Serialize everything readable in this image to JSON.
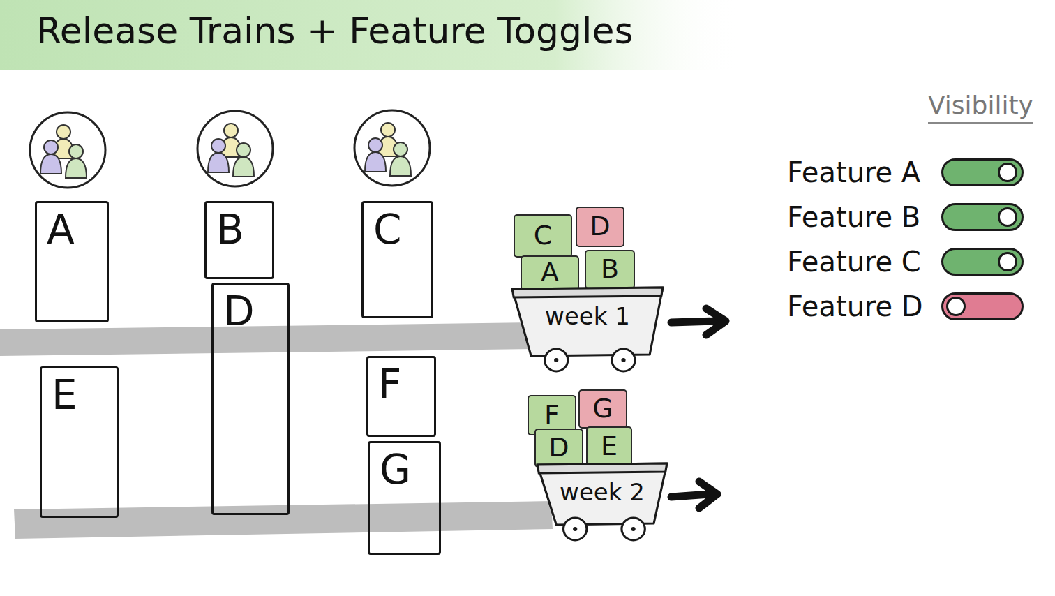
{
  "diagram": {
    "title": "Release Trains + Feature Toggles",
    "nodes": [
      {
        "text": [
          "A"
        ]
      },
      {
        "text": [
          "B"
        ]
      },
      {
        "text": [
          "C"
        ]
      },
      {
        "text": [
          "D"
        ]
      },
      {
        "text": [
          "E"
        ]
      },
      {
        "text": [
          "F"
        ]
      },
      {
        "text": [
          "G"
        ]
      },
      {
        "text": [
          "C"
        ]
      },
      {
        "text": [
          "D"
        ]
      },
      {
        "text": [
          "A"
        ]
      },
      {
        "text": [
          "B"
        ]
      },
      {
        "text": [
          "week 1"
        ]
      },
      {
        "text": [
          "F"
        ]
      },
      {
        "text": [
          "G"
        ]
      },
      {
        "text": [
          "D"
        ]
      },
      {
        "text": [
          "E"
        ]
      },
      {
        "text": [
          "week 2"
        ]
      }
    ],
    "labels": [
      "Visibility"
    ],
    "legend": [
      {
        "text": "Feature A",
        "color": "#6fb36f"
      },
      {
        "text": "Feature B",
        "color": "#6fb36f"
      },
      {
        "text": "Feature C",
        "color": "#6fb36f"
      },
      {
        "text": "Feature D",
        "color": "#e07c92"
      }
    ]
  }
}
